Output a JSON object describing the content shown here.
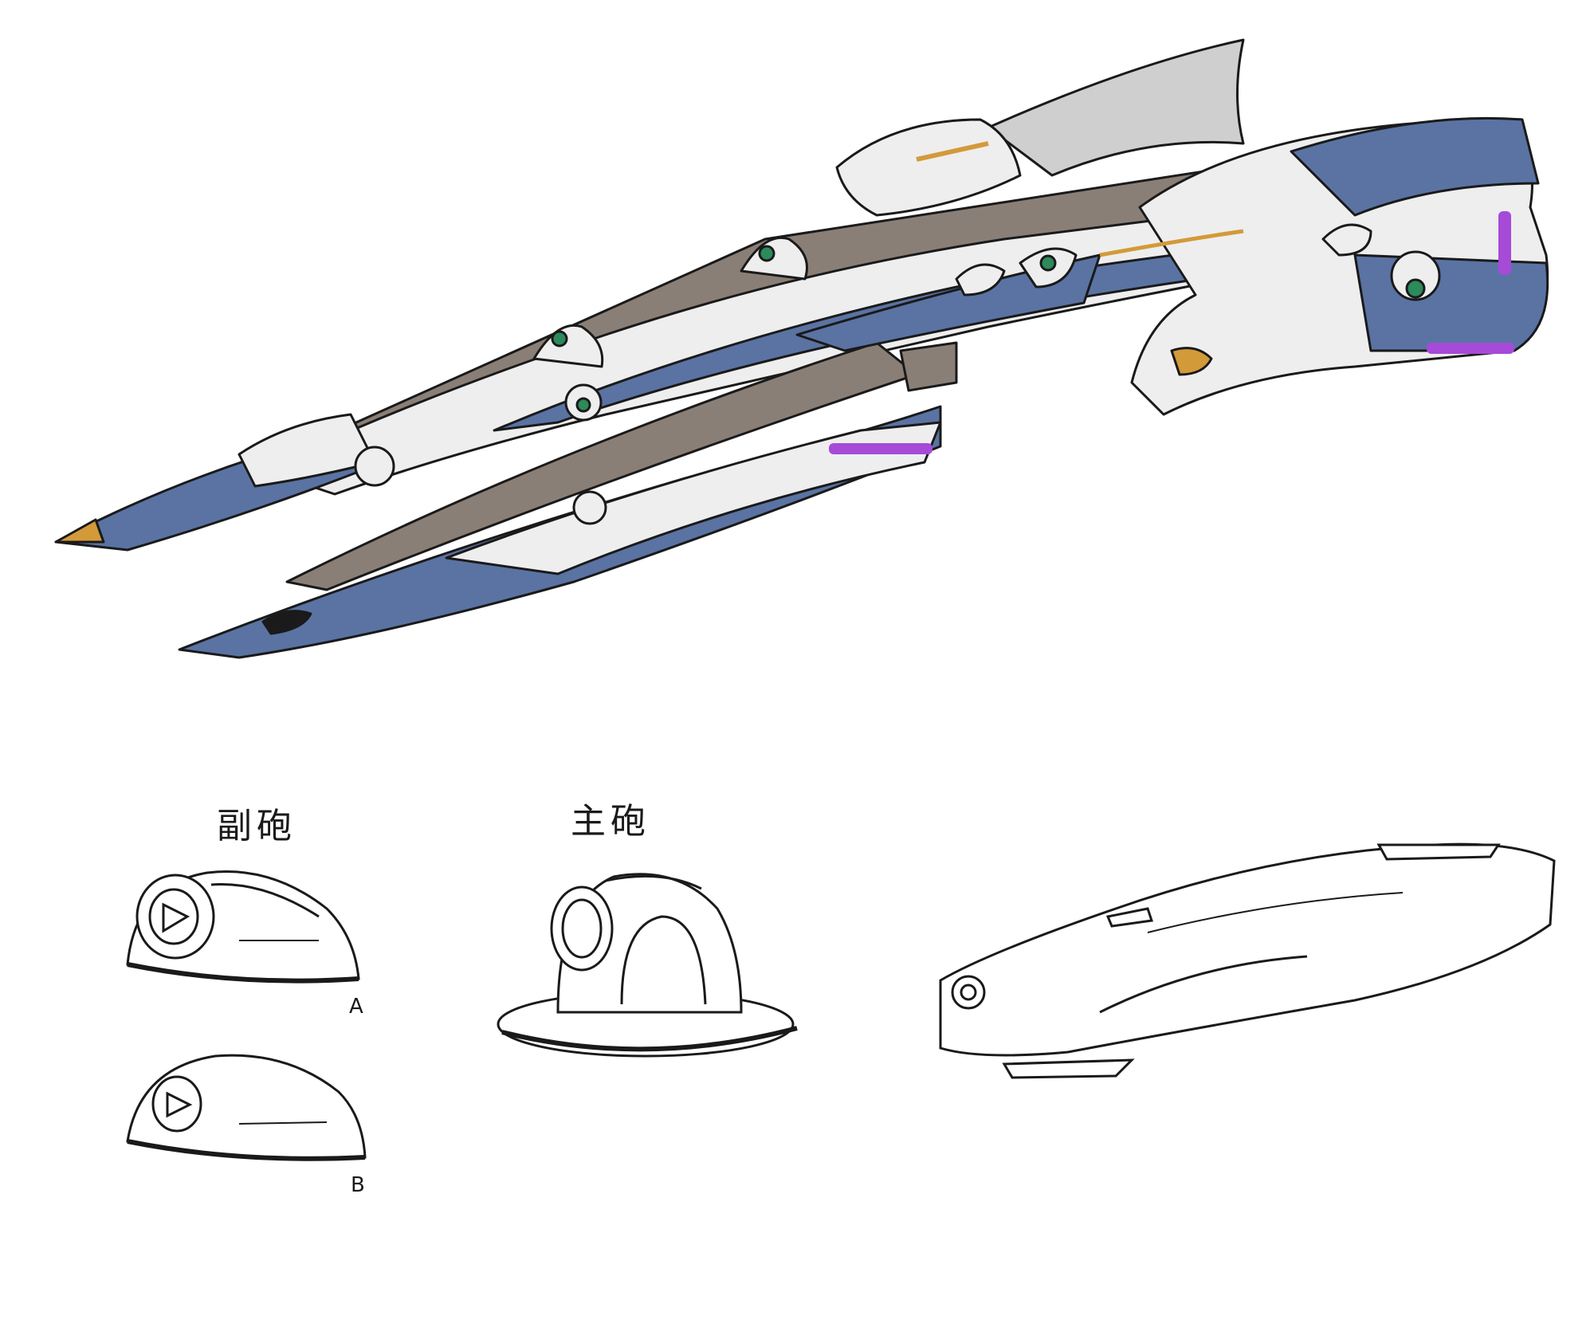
{
  "labels": {
    "secondary_turret": "副砲",
    "main_turret": "主砲",
    "variant_a": "A",
    "variant_b": "B"
  },
  "colors": {
    "hull_white": "#eeeeee",
    "hull_blue": "#5a73a3",
    "deck_brown": "#8a7f76",
    "accent_orange": "#d39a3a",
    "engine_glow": "#a64ad8",
    "ink": "#1a1a1a",
    "lens_green": "#2d8a5a"
  }
}
